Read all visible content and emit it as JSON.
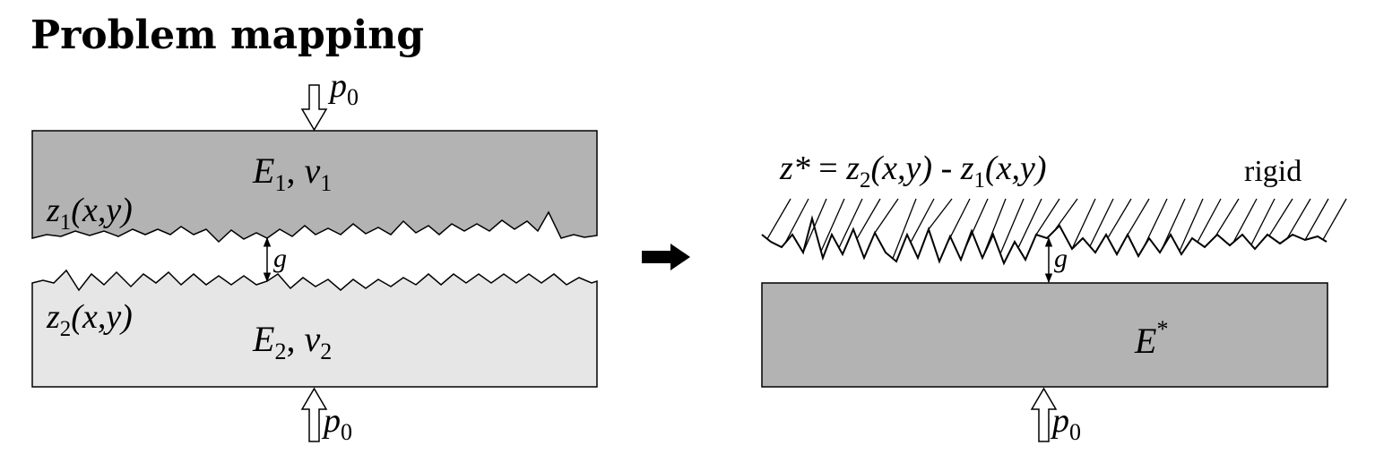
{
  "title": "Problem mapping",
  "colors": {
    "upper_body": "#b3b3b3",
    "lower_body": "#e6e6e6",
    "equivalent_body": "#b3b3b3",
    "stroke": "#000000"
  },
  "left": {
    "load_top": {
      "sym": "p",
      "sub": "0"
    },
    "load_bottom": {
      "sym": "p",
      "sub": "0"
    },
    "upper_material": {
      "E": "E",
      "E_sub": "1",
      "sep": ",",
      "nu": "v",
      "nu_sub": "1"
    },
    "lower_material": {
      "E": "E",
      "E_sub": "2",
      "sep": ",",
      "nu": "v",
      "nu_sub": "2"
    },
    "upper_surface": {
      "sym": "z",
      "sub": "1",
      "args": "(x,y)"
    },
    "lower_surface": {
      "sym": "z",
      "sub": "2",
      "args": "(x,y)"
    },
    "gap": "g"
  },
  "right": {
    "equation": {
      "lhs": "z*",
      "eq": "=",
      "t1_sym": "z",
      "t1_sub": "2",
      "t1_args": "(x,y)",
      "minus": "-",
      "t2_sym": "z",
      "t2_sub": "1",
      "t2_args": "(x,y)"
    },
    "rigid_label": "rigid",
    "gap": "g",
    "modulus": {
      "sym": "E",
      "sup": "*"
    },
    "load_bottom": {
      "sym": "p",
      "sub": "0"
    }
  },
  "icons": {
    "mapping_arrow": "right-arrow-icon",
    "load_arrow_down": "hollow-down-arrow-icon",
    "load_arrow_up": "hollow-up-arrow-icon",
    "gap_arrow": "double-arrow-icon"
  }
}
